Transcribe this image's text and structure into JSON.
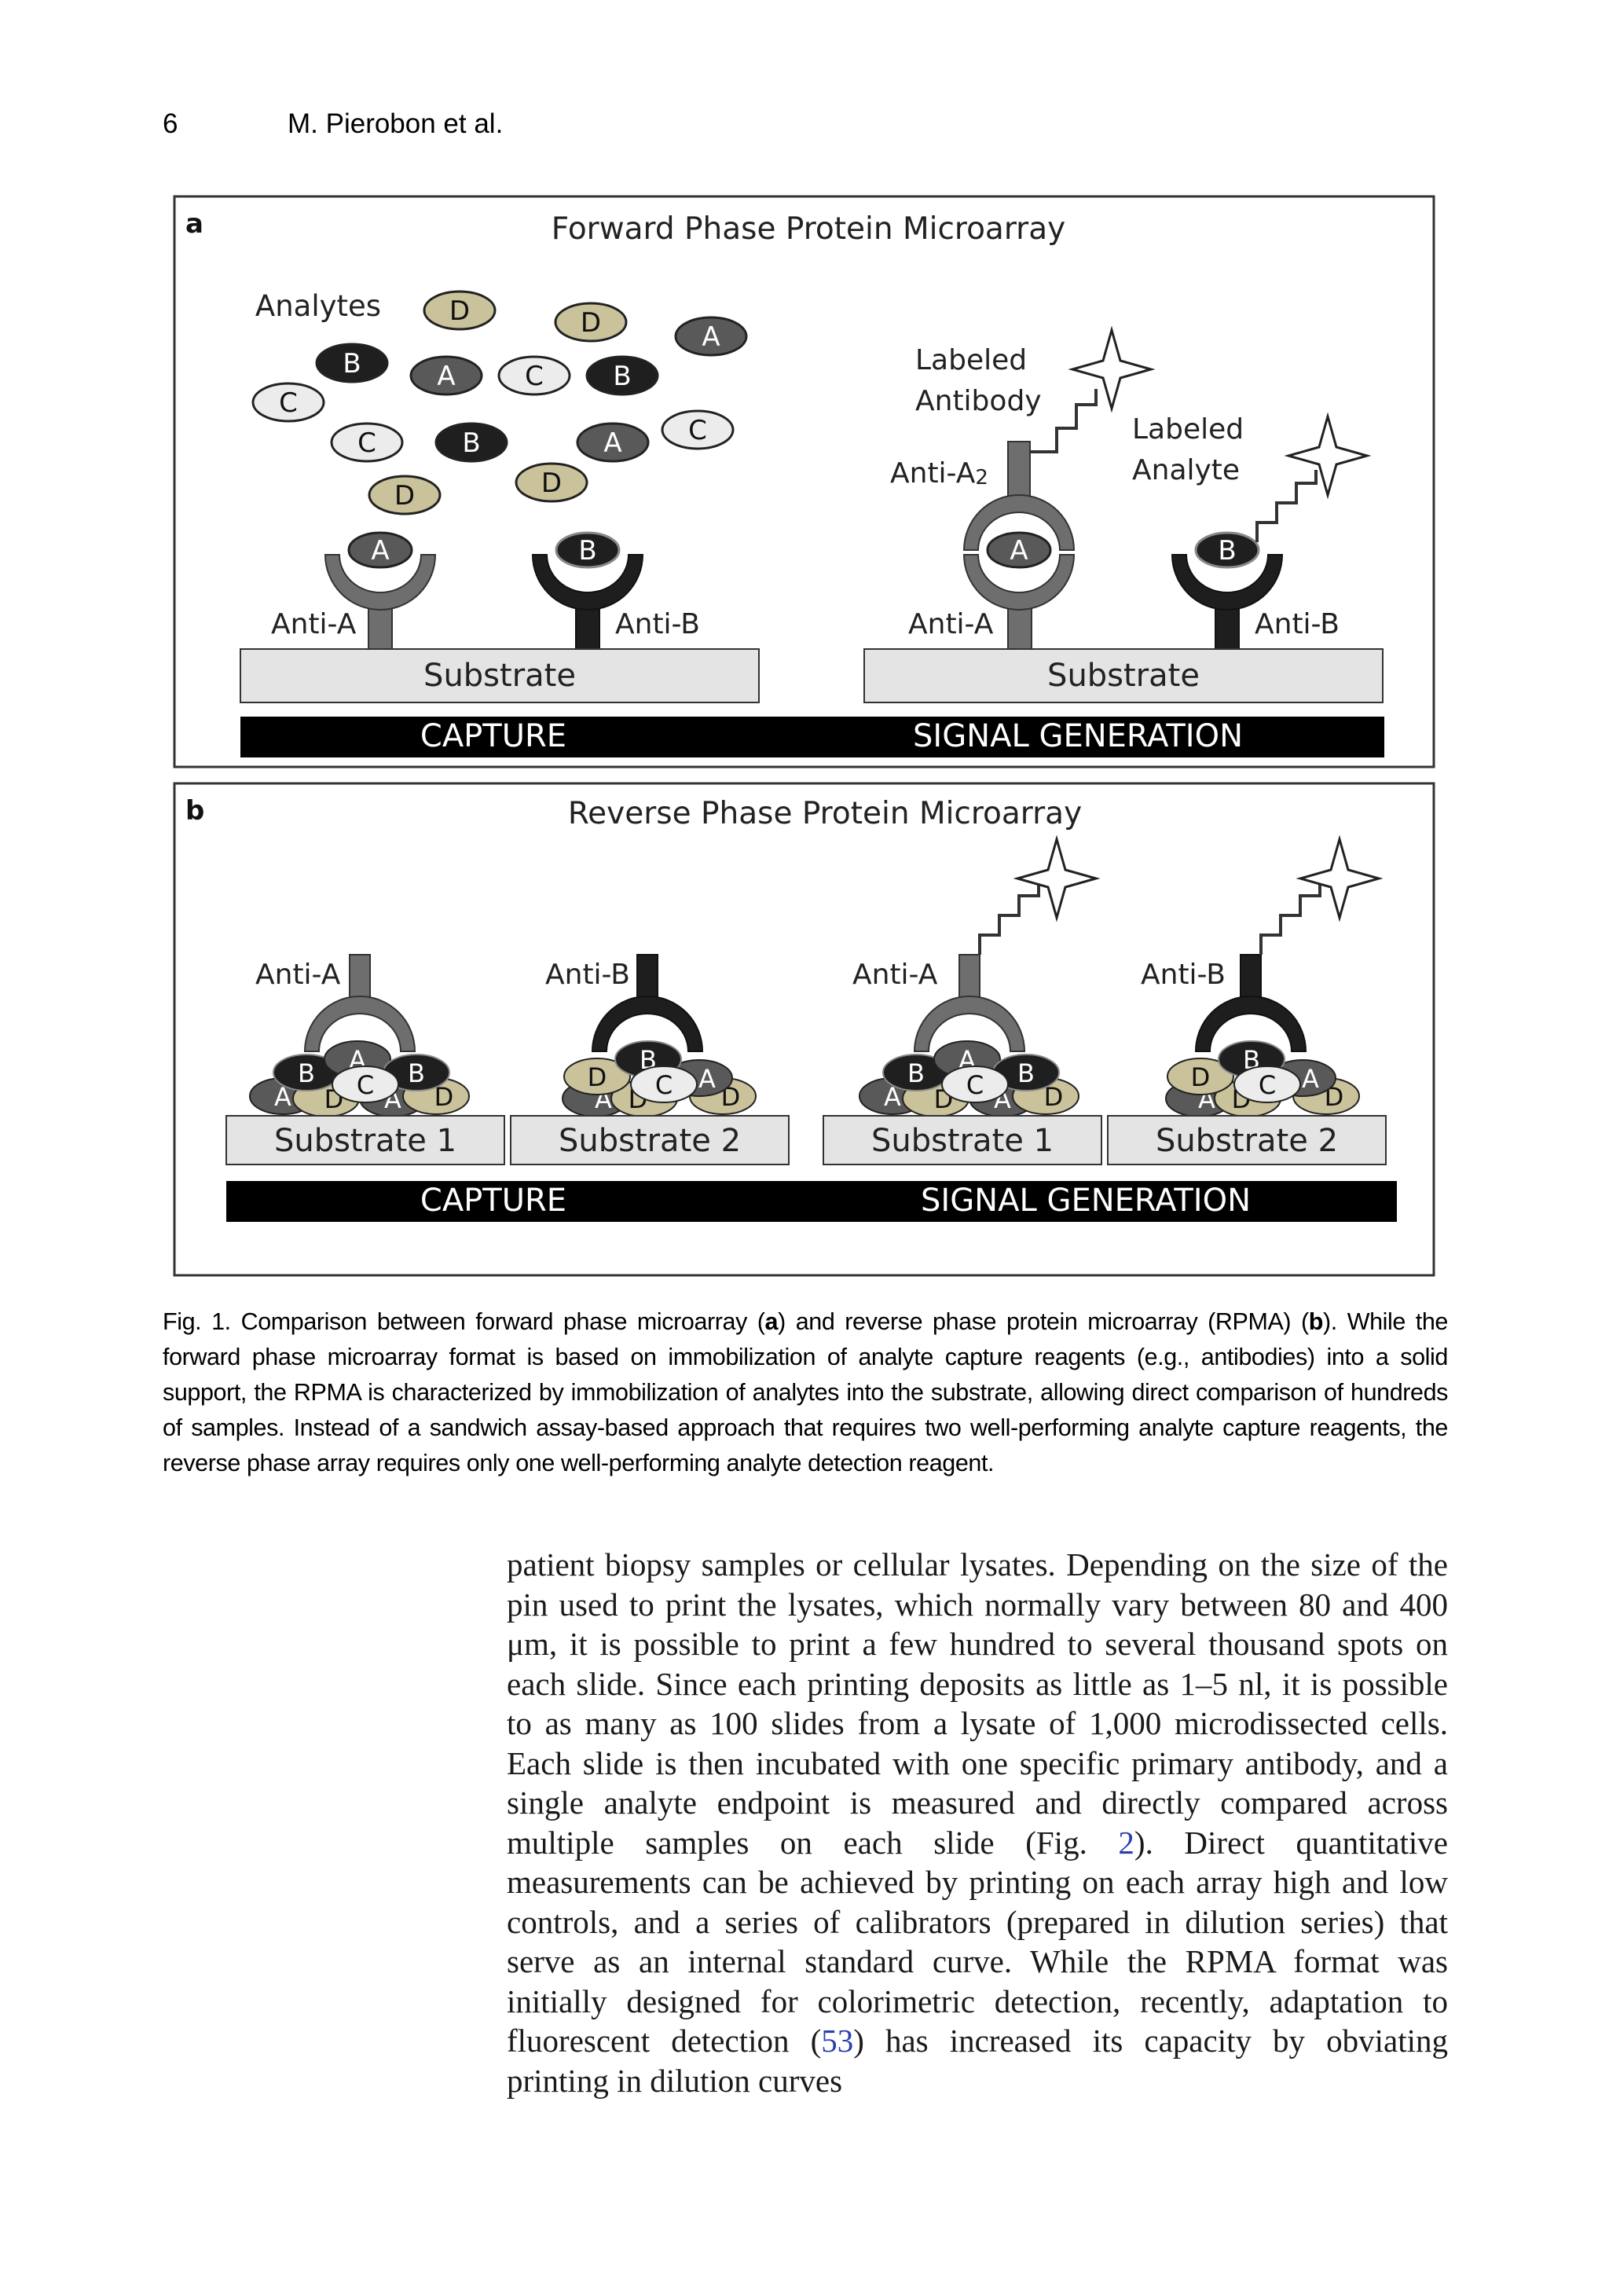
{
  "header": {
    "page_number": "6",
    "authors": "M. Pierobon et al."
  },
  "figure": {
    "panel_a": {
      "letter": "a",
      "title": "Forward Phase Protein Microarray",
      "analytes_label": "Analytes",
      "analytes": [
        "D",
        "D",
        "A",
        "B",
        "A",
        "C",
        "B",
        "C",
        "C",
        "B",
        "A",
        "C",
        "D",
        "D"
      ],
      "bound_left": [
        "A",
        "B"
      ],
      "bound_right": [
        "A",
        "B"
      ],
      "anti_a": "Anti-A",
      "anti_b": "Anti-B",
      "anti_a2_prefix": "Anti-A",
      "anti_a2_sub": "2",
      "labeled_antibody_1": "Labeled",
      "labeled_antibody_2": "Antibody",
      "labeled_analyte_1": "Labeled",
      "labeled_analyte_2": "Analyte",
      "substrate": "Substrate",
      "capture": "CAPTURE",
      "signal_generation": "SIGNAL GENERATION"
    },
    "panel_b": {
      "letter": "b",
      "title": "Reverse Phase Protein Microarray",
      "anti_a": "Anti-A",
      "anti_b": "Anti-B",
      "substrate_1": "Substrate 1",
      "substrate_2": "Substrate 2",
      "pile_1_labels": [
        "B",
        "A",
        "B",
        "A",
        "D",
        "C",
        "A",
        "D"
      ],
      "pile_2_labels": [
        "D",
        "B",
        "C",
        "A",
        "D",
        "A",
        "D"
      ],
      "capture": "CAPTURE",
      "signal_generation": "SIGNAL GENERATION"
    },
    "caption": {
      "prefix": "Fig. 1. Comparison between forward phase microarray (",
      "a": "a",
      "mid": ") and reverse phase protein microarray (RPMA) (",
      "b": "b",
      "suffix": "). While the forward phase microarray format is based on immobilization of analyte capture reagents (e.g., antibodies) into a solid support, the RPMA is characterized by immobilization of analytes into the substrate, allowing direct comparison of hundreds of samples. Instead of a sandwich assay-based approach that requires two well-performing analyte capture reagents, the reverse phase array requires only one well-performing analyte detection reagent."
    }
  },
  "body": {
    "part1": "patient biopsy samples or cellular lysates. Depending on the size of the pin used to print the lysates, which normally vary between 80 and 400 μm, it is possible to print a few hundred to several thousand spots on each slide. Since each printing deposits as little as 1–5 nl, it is possible to as many as 100 slides from a lysate of 1,000 microdissected cells. Each slide is then incubated with one specific primary antibody, and a single analyte endpoint is measured and directly compared across multiple samples on each slide (Fig. ",
    "ref_fig": "2",
    "part2": "). Direct quantitative measurements can be achieved by printing on each array high and low controls, and a series of calibrators (prepared in dilution series) that serve as an internal standard curve. While the RPMA format was initially designed for colorimetric detection, recently, adaptation to fluorescent detection (",
    "ref_53": "53",
    "part3": ") has increased its capacity by obviating printing in dilution curves"
  },
  "colors": {
    "A": "#595959",
    "B": "#1f1f1f",
    "C": "#ececec",
    "D": "#c9c29a",
    "anti_a": "#6e6e6e",
    "anti_b": "#1e1e1e",
    "substrate": "#e4e4e4",
    "bar": "#000000",
    "ref_link": "#2b3fb5"
  }
}
